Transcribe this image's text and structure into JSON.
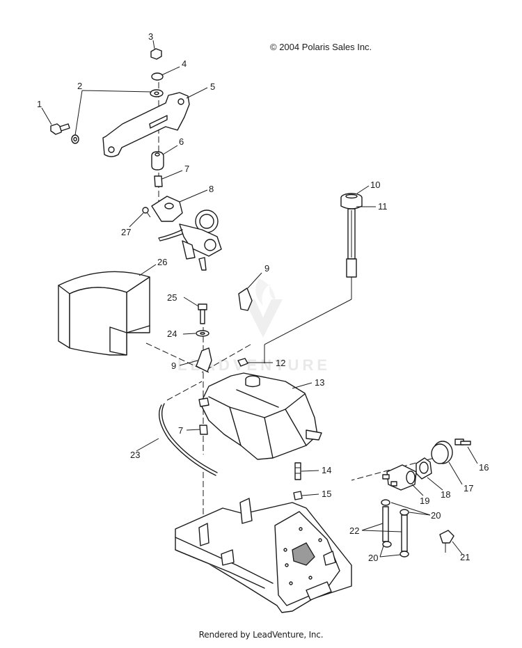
{
  "copyright": "© 2004 Polaris Sales Inc.",
  "footer": "Rendered by LeadVenture, Inc.",
  "watermark": "LEADVENTURE",
  "callouts": {
    "c1": "1",
    "c2": "2",
    "c3": "3",
    "c4": "4",
    "c5": "5",
    "c6": "6",
    "c7a": "7",
    "c7b": "7",
    "c8": "8",
    "c9a": "9",
    "c9b": "9",
    "c10": "10",
    "c11": "11",
    "c12": "12",
    "c13": "13",
    "c14": "14",
    "c15": "15",
    "c16": "16",
    "c17": "17",
    "c18": "18",
    "c19": "19",
    "c20a": "20",
    "c20b": "20",
    "c21": "21",
    "c22": "22",
    "c23": "23",
    "c24": "24",
    "c25": "25",
    "c26": "26",
    "c27": "27"
  }
}
